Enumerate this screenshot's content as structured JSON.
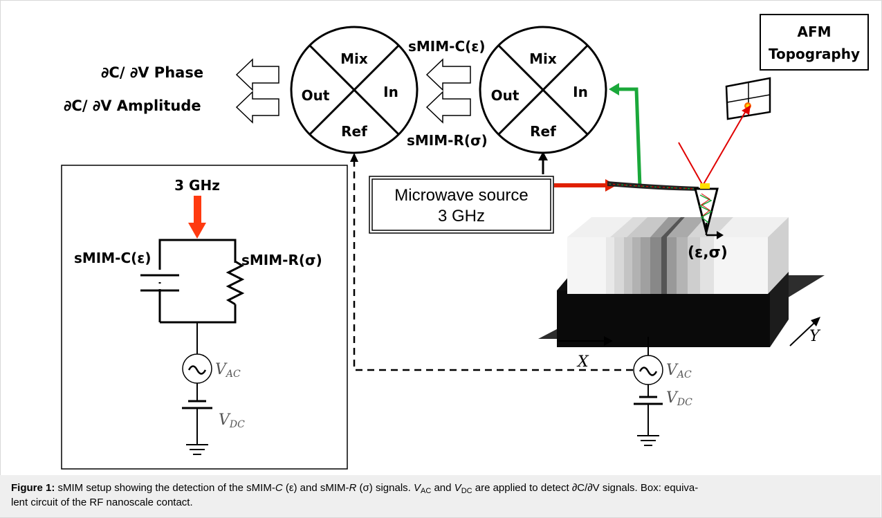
{
  "figure": {
    "mixer_left": {
      "mix": "Mix",
      "out": "Out",
      "in": "In",
      "ref": "Ref"
    },
    "mixer_right": {
      "mix": "Mix",
      "out": "Out",
      "in": "In",
      "ref": "Ref"
    },
    "outputs": {
      "phase": "∂C/ ∂V Phase",
      "amplitude": "∂C/ ∂V Amplitude"
    },
    "signals": {
      "c_label": "sMIM-C(ε)",
      "r_label": "sMIM-R(σ)"
    },
    "afm": {
      "line1": "AFM",
      "line2": "Topography"
    },
    "source": {
      "line1": "Microwave source",
      "line2": "3 GHz"
    },
    "tip_label": "(ε,σ)",
    "axes": {
      "x": "X",
      "y": "Y"
    },
    "circuit": {
      "freq": "3 GHz",
      "c_label": "sMIM-C(ε)",
      "r_label": "sMIM-R(σ)",
      "vac": "VAC",
      "vdc": "VDC"
    },
    "sample_vac": "VAC",
    "sample_vdc": "VDC"
  },
  "caption": {
    "figure_label": "Figure 1:",
    "part1": " sMIM setup showing the detection of the sMIM-",
    "c": "C",
    "part2": " (ε) and sMIM-",
    "r": "R",
    "part3": " (σ) signals. ",
    "v1": "V",
    "v1_sub": "AC",
    "part4": " and ",
    "v2": "V",
    "v2_sub": "DC",
    "part5": " are applied to detect ∂C/∂V signals. Box: equiva-",
    "line2": "lent circuit of the RF nanoscale contact."
  }
}
